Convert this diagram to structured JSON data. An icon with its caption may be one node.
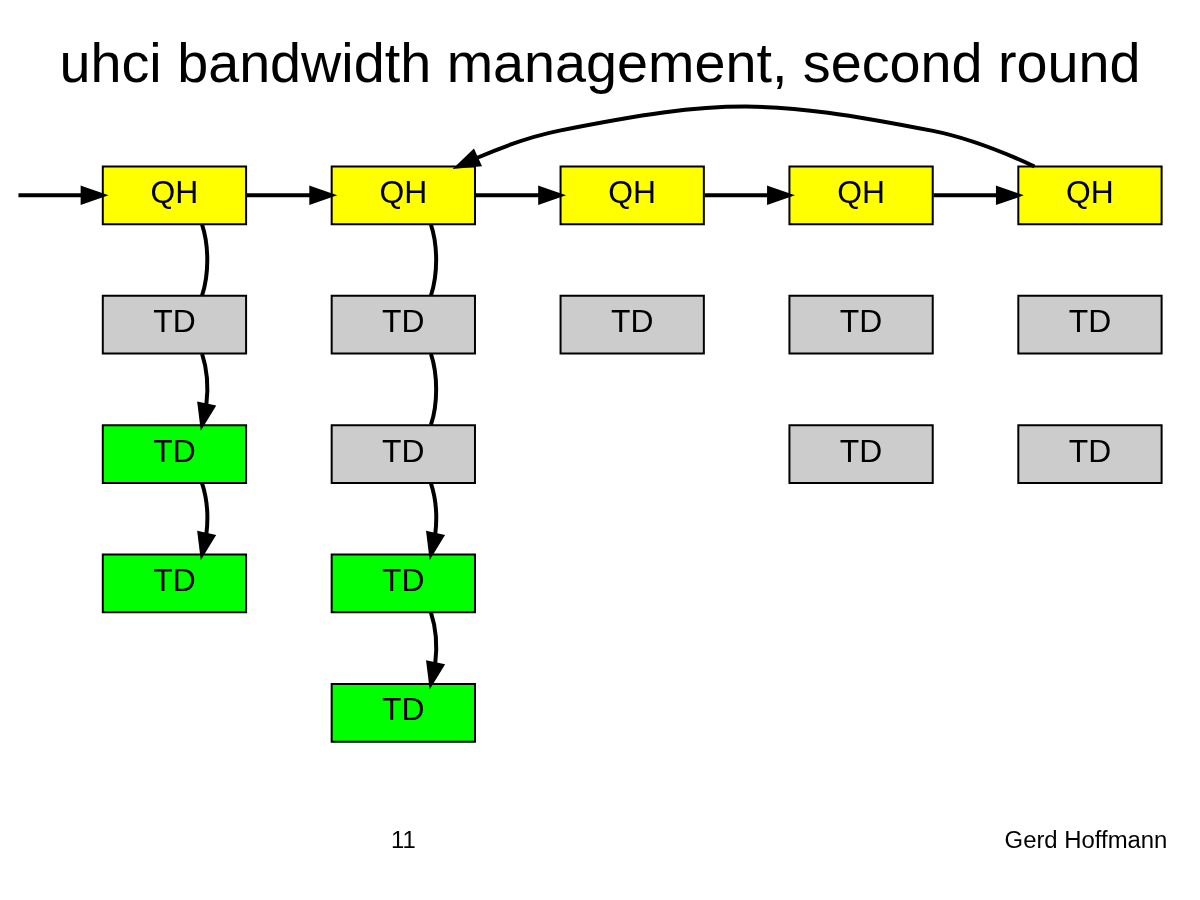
{
  "diagram": {
    "title": "uhci bandwidth management, second round",
    "nodes": [
      {
        "text": [
          "QH"
        ]
      },
      {
        "text": [
          "QH"
        ]
      },
      {
        "text": [
          "QH"
        ]
      },
      {
        "text": [
          "QH"
        ]
      },
      {
        "text": [
          "QH"
        ]
      },
      {
        "text": [
          "TD"
        ]
      },
      {
        "text": [
          "TD"
        ]
      },
      {
        "text": [
          "TD"
        ]
      },
      {
        "text": [
          "TD"
        ]
      },
      {
        "text": [
          "TD"
        ]
      },
      {
        "text": [
          "TD"
        ]
      },
      {
        "text": [
          "TD"
        ]
      },
      {
        "text": [
          "TD"
        ]
      },
      {
        "text": [
          "TD"
        ]
      },
      {
        "text": [
          "TD"
        ]
      },
      {
        "text": [
          "TD"
        ]
      },
      {
        "text": [
          "TD"
        ]
      }
    ],
    "edges": [
      {
        "from": null,
        "to": 0,
        "arrow": "to"
      },
      {
        "from": 0,
        "to": 1,
        "arrow": "to"
      },
      {
        "from": 1,
        "to": 2,
        "arrow": "to"
      },
      {
        "from": 2,
        "to": 3,
        "arrow": "to"
      },
      {
        "from": 3,
        "to": 4,
        "arrow": "to"
      },
      {
        "from": 4,
        "to": 1,
        "arrow": "to"
      },
      {
        "from": 0,
        "to": 5,
        "arrow": "none"
      },
      {
        "from": 5,
        "to": 10,
        "arrow": "to"
      },
      {
        "from": 10,
        "to": 14,
        "arrow": "to"
      },
      {
        "from": 1,
        "to": 6,
        "arrow": "none"
      },
      {
        "from": 6,
        "to": 11,
        "arrow": "none"
      },
      {
        "from": 11,
        "to": 15,
        "arrow": "to"
      },
      {
        "from": 15,
        "to": 16,
        "arrow": "to"
      }
    ],
    "labels": [
      "11",
      "Gerd Hoffmann"
    ]
  }
}
